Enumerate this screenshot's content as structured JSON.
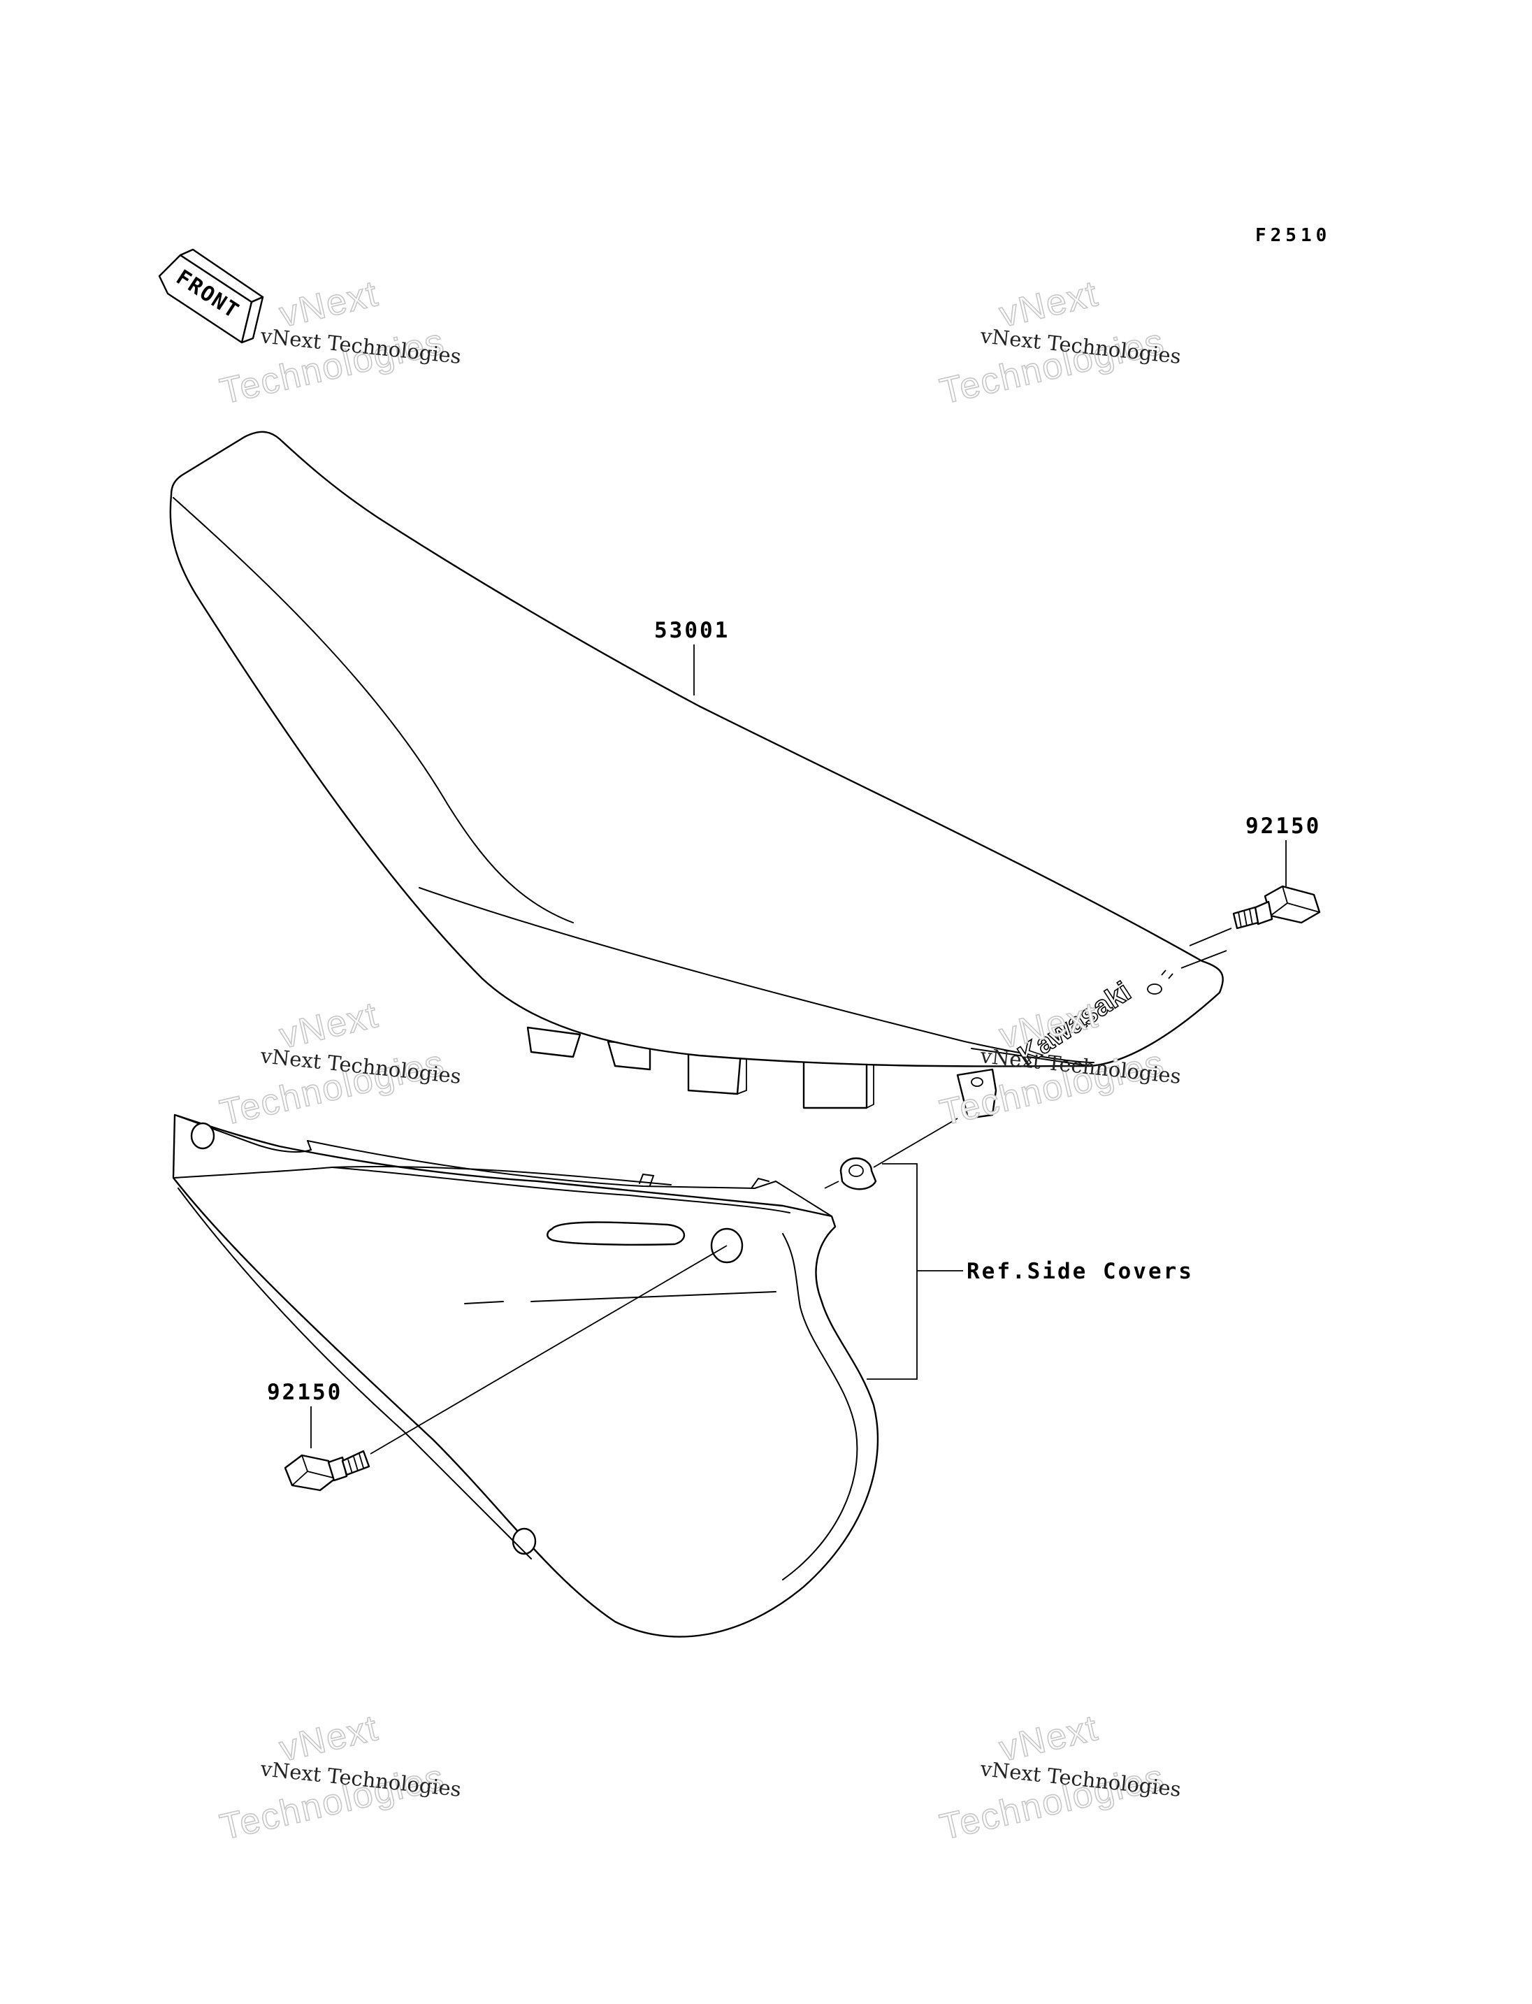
{
  "figure": {
    "code": "F2510",
    "front_arrow_label": "FRONT"
  },
  "parts": {
    "seat": {
      "number": "53001",
      "brand_text": "Kawasaki"
    },
    "bolt_upper": {
      "number": "92150"
    },
    "bolt_lower": {
      "number": "92150"
    }
  },
  "reference": {
    "label": "Ref.Side Covers"
  },
  "watermarks": [
    {
      "small": "vNext Technologies",
      "line1": "vNext",
      "line2": "Technologies"
    },
    {
      "small": "vNext Technologies",
      "line1": "vNext",
      "line2": "Technologies"
    },
    {
      "small": "vNext Technologies",
      "line1": "vNext",
      "line2": "Technologies"
    },
    {
      "small": "vNext Technologies",
      "line1": "vNext",
      "line2": "Technologies"
    },
    {
      "small": "vNext Technologies",
      "line1": "vNext",
      "line2": "Technologies"
    },
    {
      "small": "vNext Technologies",
      "line1": "vNext",
      "line2": "Technologies"
    }
  ]
}
